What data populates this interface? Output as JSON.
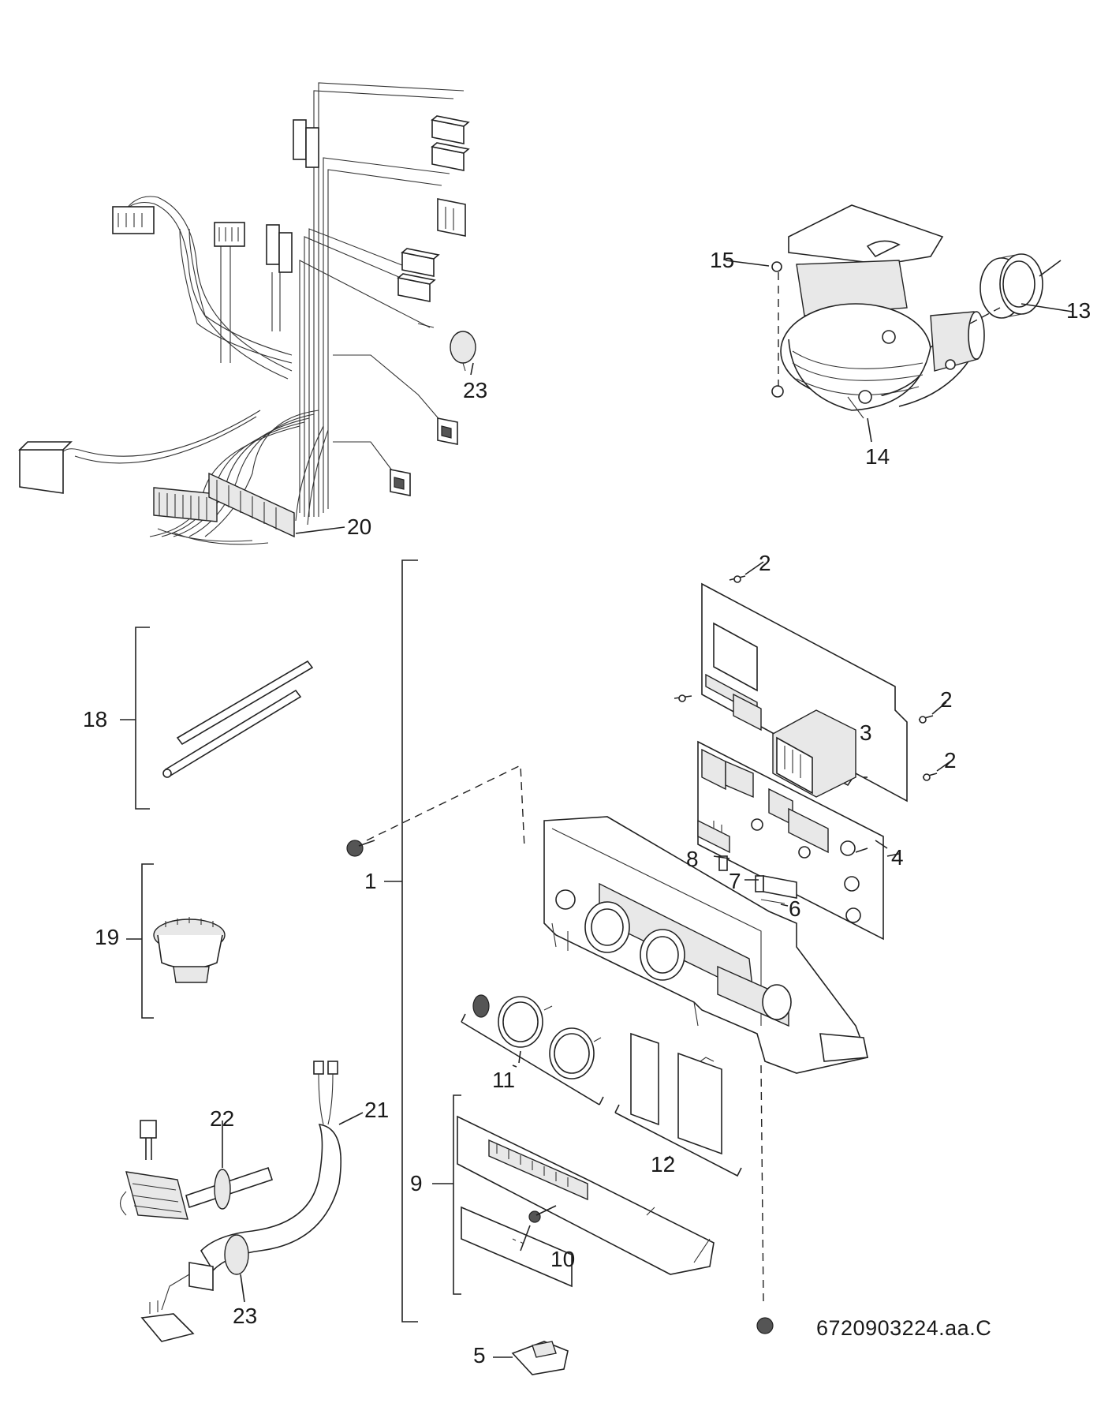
{
  "diagram": {
    "document_number": "6720903224.aa.C",
    "callouts": {
      "c1": "1",
      "c2a": "2",
      "c2b": "2",
      "c2c": "2",
      "c3": "3",
      "c4": "4",
      "c5": "5",
      "c6": "6",
      "c7": "7",
      "c8": "8",
      "c9": "9",
      "c10": "10",
      "c11": "11",
      "c12": "12",
      "c13": "13",
      "c14": "14",
      "c15": "15",
      "c18": "18",
      "c19": "19",
      "c20": "20",
      "c21": "21",
      "c22": "22",
      "c23a": "23",
      "c23b": "23"
    }
  }
}
